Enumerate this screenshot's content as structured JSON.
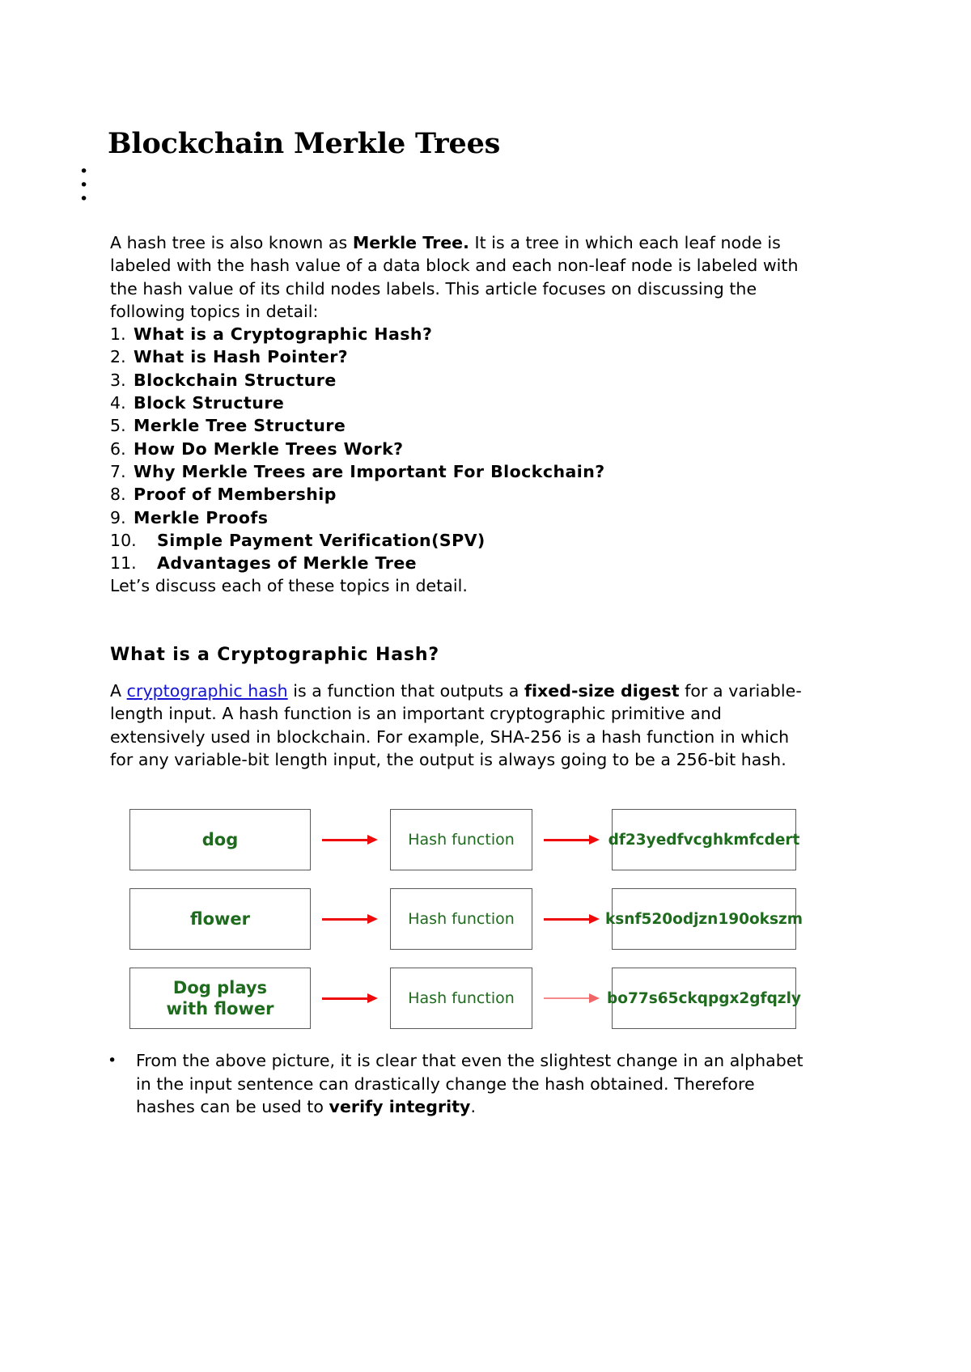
{
  "document": {
    "title": "Blockchain Merkle Trees",
    "empty_bullets": [
      "",
      "",
      ""
    ],
    "intro": {
      "line1_pre": "A hash tree is also known as ",
      "line1_bold": "Merkle Tree.",
      "line1_post": " It is a tree in which each leaf node is labeled with the hash value of a data block and each non-leaf node is labeled with the hash value of its child nodes labels. This article focuses on discussing the following topics in detail:"
    },
    "topics": [
      {
        "number": "1.",
        "label": "What is a Cryptographic Hash?"
      },
      {
        "number": "2.",
        "label": "What is Hash Pointer?"
      },
      {
        "number": "3.",
        "label": "Blockchain Structure"
      },
      {
        "number": "4.",
        "label": "Block Structure"
      },
      {
        "number": "5.",
        "label": "Merkle Tree Structure"
      },
      {
        "number": "6.",
        "label": "How Do Merkle Trees Work?"
      },
      {
        "number": "7.",
        "label": "Why Merkle Trees are Important For Blockchain?"
      },
      {
        "number": "8.",
        "label": "Proof of Membership"
      },
      {
        "number": "9.",
        "label": "Merkle Proofs"
      },
      {
        "number": "10.",
        "label": "Simple Payment Verification(SPV)"
      },
      {
        "number": "11.",
        "label": "Advantages of Merkle Tree"
      }
    ],
    "closing_line": "Let’s discuss each of these topics in detail.",
    "section_heading": "What is a Cryptographic Hash?",
    "hash_paragraph": {
      "pre": "A ",
      "link": "cryptographic hash",
      "mid": " is a function that outputs a ",
      "bold": "fixed-size digest",
      "post": " for a variable-length input. A hash function is an important cryptographic primitive and extensively used in blockchain. For example, SHA-256 is a hash function in which for any variable-bit length input, the output is always going to be a 256-bit hash."
    },
    "diagram": {
      "function_label": "Hash function",
      "rows": [
        {
          "input": "dog",
          "output": "df23yedfvcghkmfcdert",
          "arrow_style": "solid"
        },
        {
          "input": "flower",
          "output": "ksnf520odjzn190okszm",
          "arrow_style": "solid"
        },
        {
          "input": "Dog plays\nwith flower",
          "output": "bo77s65ckqpgx2gfqzly",
          "arrow_style": "light"
        }
      ]
    },
    "bottom_bullet": {
      "bullet_glyph": "•",
      "pre": "From the above picture, it is clear that even the slightest change in an alphabet in the input sentence can drastically change the hash obtained. Therefore hashes can be used to ",
      "bold": "verify integrity",
      "post": "."
    },
    "colors": {
      "link": "#1414d2",
      "diagram_text": "#1e6b1e",
      "arrow": "#ee0b0b",
      "arrow_light": "#f58a8a",
      "box_border": "#5a5a5a",
      "text": "#000000",
      "background": "#ffffff"
    }
  }
}
